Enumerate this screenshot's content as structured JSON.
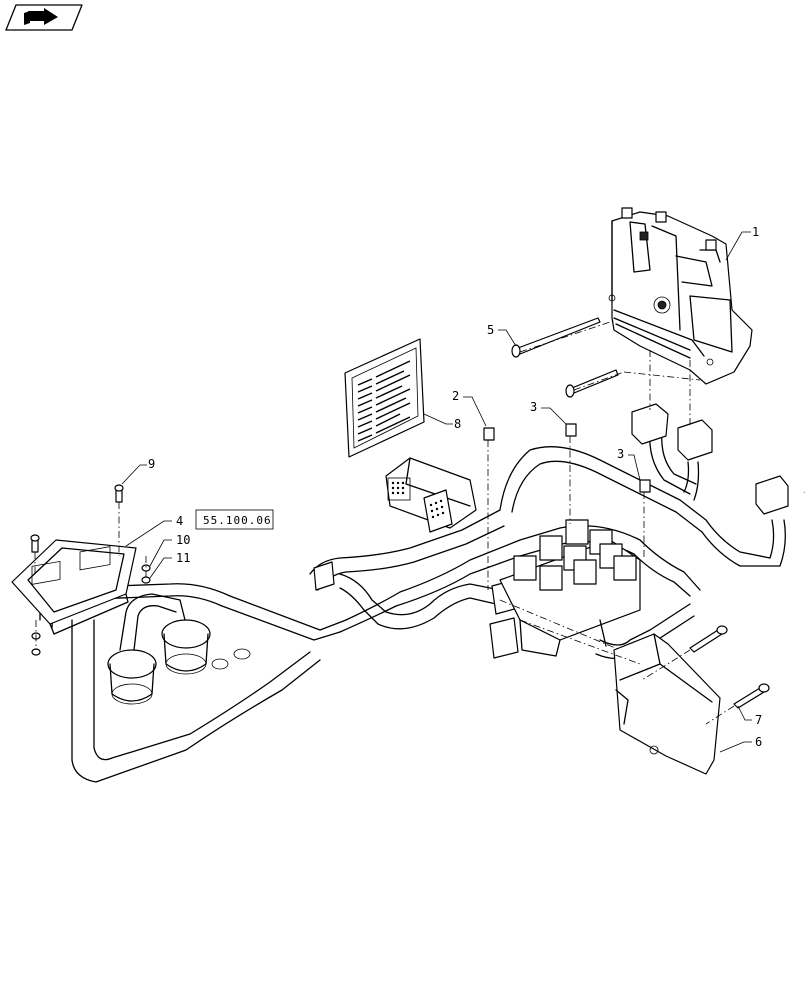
{
  "reference_box": "55.100.06",
  "callouts": {
    "c1": "1",
    "c2": "2",
    "c3a": "3",
    "c3b": "3",
    "c4": "4",
    "c5": "5",
    "c6": "6",
    "c7": "7",
    "c8": "8",
    "c9": "9",
    "c10": "10",
    "c11": "11"
  },
  "nav_icon": "arrow-book-icon"
}
